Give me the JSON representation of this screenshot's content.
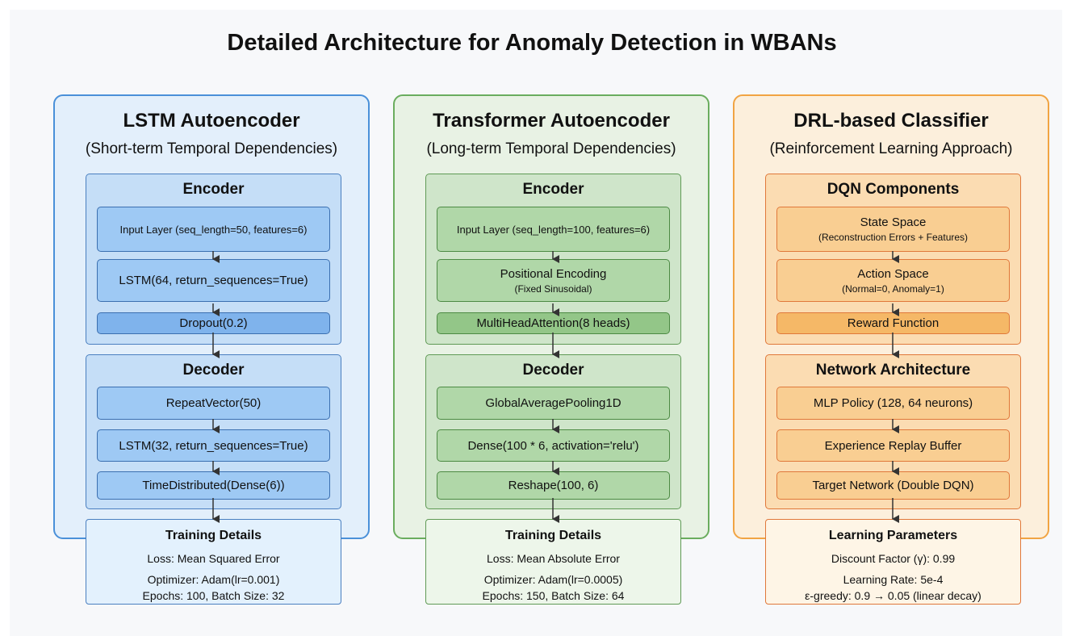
{
  "title": "Detailed Architecture for Anomaly Detection in WBANs",
  "colors": {
    "lstm_border": "#4a90d9",
    "lstm_panel": "#e3effb",
    "lstm_section": "#c5def7",
    "lstm_box": "#9ec9f4",
    "lstm_dark": "#7fb3ec",
    "lstm_train": "#e3f1fd",
    "tr_border": "#6aad5e",
    "tr_panel": "#e8f2e4",
    "tr_section": "#cfe5ca",
    "tr_box": "#b0d7a8",
    "tr_dark": "#93c688",
    "tr_train": "#edf6ea",
    "drl_border": "#f1a443",
    "drl_panel": "#fcefdc",
    "drl_section": "#fbdcb2",
    "drl_box": "#f9ce92",
    "drl_dark": "#f5b867",
    "drl_train": "#fef5e6"
  },
  "lstm": {
    "title": "LSTM Autoencoder",
    "subtitle": "(Short-term Temporal Dependencies)",
    "encoder": {
      "title": "Encoder",
      "input": "Input Layer (seq_length=50, features=6)",
      "lstm": "LSTM(64, return_sequences=True)",
      "dropout": "Dropout(0.2)"
    },
    "decoder": {
      "title": "Decoder",
      "repeat": "RepeatVector(50)",
      "lstm": "LSTM(32, return_sequences=True)",
      "time": "TimeDistributed(Dense(6))"
    },
    "training": {
      "title": "Training Details",
      "loss": "Loss: Mean Squared Error",
      "optimizer": "Optimizer: Adam(lr=0.001)",
      "epochs": "Epochs: 100, Batch Size: 32"
    }
  },
  "transformer": {
    "title": "Transformer Autoencoder",
    "subtitle": "(Long-term Temporal Dependencies)",
    "encoder": {
      "title": "Encoder",
      "input": "Input Layer (seq_length=100, features=6)",
      "pos": "Positional Encoding",
      "pos_sub": "(Fixed Sinusoidal)",
      "mha": "MultiHeadAttention(8 heads)"
    },
    "decoder": {
      "title": "Decoder",
      "gap": "GlobalAveragePooling1D",
      "dense": "Dense(100 * 6, activation='relu')",
      "reshape": "Reshape(100, 6)"
    },
    "training": {
      "title": "Training Details",
      "loss": "Loss: Mean Absolute Error",
      "optimizer": "Optimizer: Adam(lr=0.0005)",
      "epochs": "Epochs: 150, Batch Size: 64"
    }
  },
  "drl": {
    "title": "DRL-based Classifier",
    "subtitle": "(Reinforcement Learning Approach)",
    "dqn": {
      "title": "DQN Components",
      "state": "State Space",
      "state_sub": "(Reconstruction Errors + Features)",
      "action": "Action Space",
      "action_sub": "(Normal=0, Anomaly=1)",
      "reward": "Reward Function"
    },
    "network": {
      "title": "Network Architecture",
      "mlp": "MLP Policy (128, 64 neurons)",
      "replay": "Experience Replay Buffer",
      "target": "Target Network (Double DQN)"
    },
    "params": {
      "title": "Learning Parameters",
      "discount": "Discount Factor (γ): 0.99",
      "lr": "Learning Rate: 5e-4",
      "eps": "ε-greedy: 0.9 → 0.05 (linear decay)"
    }
  }
}
